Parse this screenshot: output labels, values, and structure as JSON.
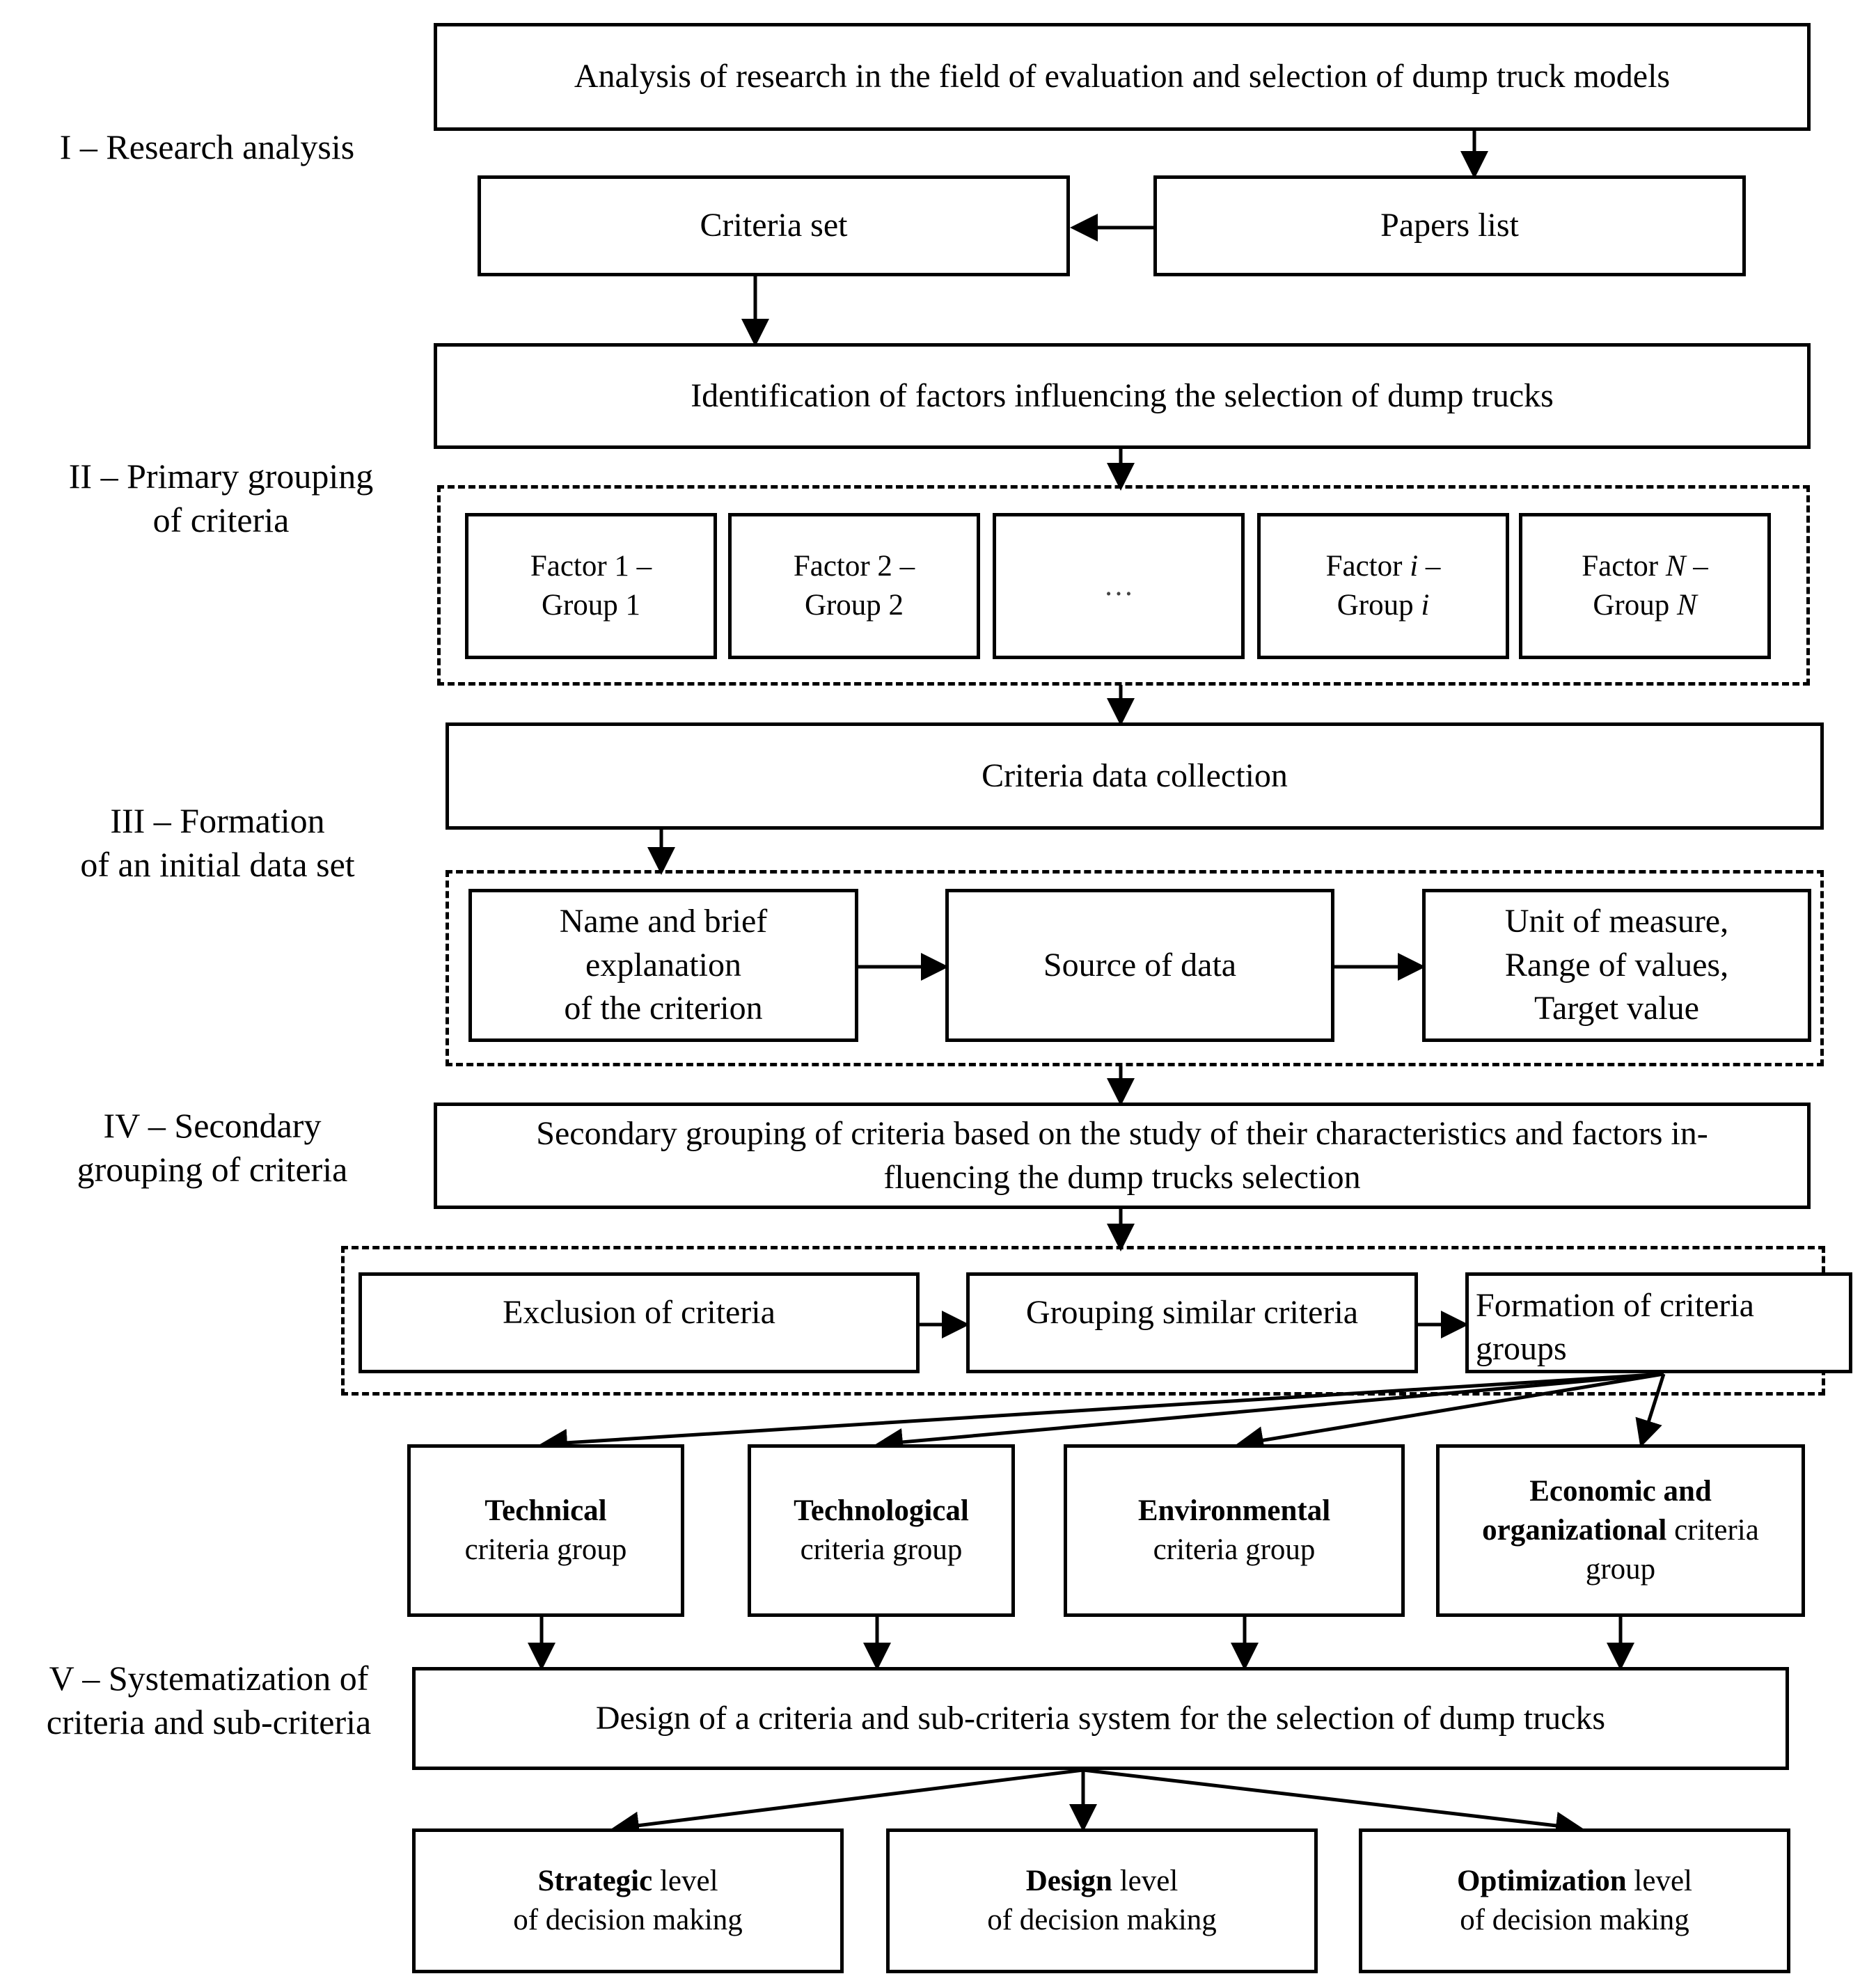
{
  "stages": {
    "s1": "I – Research analysis",
    "s2_l1": "II – Primary grouping",
    "s2_l2": "of criteria",
    "s3_l1": "III – Formation",
    "s3_l2": "of an initial data set",
    "s4_l1": "IV – Secondary",
    "s4_l2": "grouping of criteria",
    "s5_l1": "V – Systematization of",
    "s5_l2": "criteria and sub-criteria"
  },
  "boxes": {
    "analysis": "Analysis of research in the field of evaluation and selection of dump truck models",
    "papers_list": "Papers list",
    "criteria_set": "Criteria set",
    "identification": "Identification of factors influencing the selection of dump trucks",
    "factor1_l1": "Factor 1 –",
    "factor1_l2": "Group 1",
    "factor2_l1": "Factor 2 –",
    "factor2_l2": "Group 2",
    "factor_ellipsis": "…",
    "factori_a": "Factor ",
    "factori_b": "i",
    "factori_c": " –",
    "groupi_a": "Group ",
    "groupi_b": "i",
    "factorN_a": "Factor ",
    "factorN_b": "N",
    "factorN_c": " –",
    "groupN_a": "Group ",
    "groupN_b": "N",
    "data_collection": "Criteria data collection",
    "name_l1": "Name and brief",
    "name_l2": "explanation",
    "name_l3": "of the criterion",
    "source": "Source of data",
    "unit_l1": "Unit of measure,",
    "unit_l2": "Range of values,",
    "unit_l3": "Target value",
    "secondary_l1": "Secondary grouping of criteria based on the study of their characteristics and factors in-",
    "secondary_l2": "fluencing the dump trucks selection",
    "exclusion": "Exclusion of criteria",
    "grouping_similar": "Grouping similar criteria",
    "formation_l1": "Formation of criteria",
    "formation_l2": "groups",
    "technical_bold": "Technical",
    "technical_rest": "criteria group",
    "technological_bold": "Technological",
    "technological_rest": "criteria group",
    "environmental_bold": "Environmental",
    "environmental_rest": "criteria group",
    "economic_bold_l1": "Economic and",
    "economic_bold_l2": "organizational",
    "economic_rest_l2": " criteria",
    "economic_l3": "group",
    "design_system": "Design of a criteria and sub-criteria system for the selection of dump trucks",
    "strategic_bold": "Strategic",
    "strategic_rest": " level",
    "strategic_l2": "of decision making",
    "design_bold": "Design",
    "design_rest": " level",
    "design_l2": "of decision making",
    "optimization_bold": "Optimization",
    "optimization_rest": " level",
    "optimization_l2": "of decision making"
  }
}
